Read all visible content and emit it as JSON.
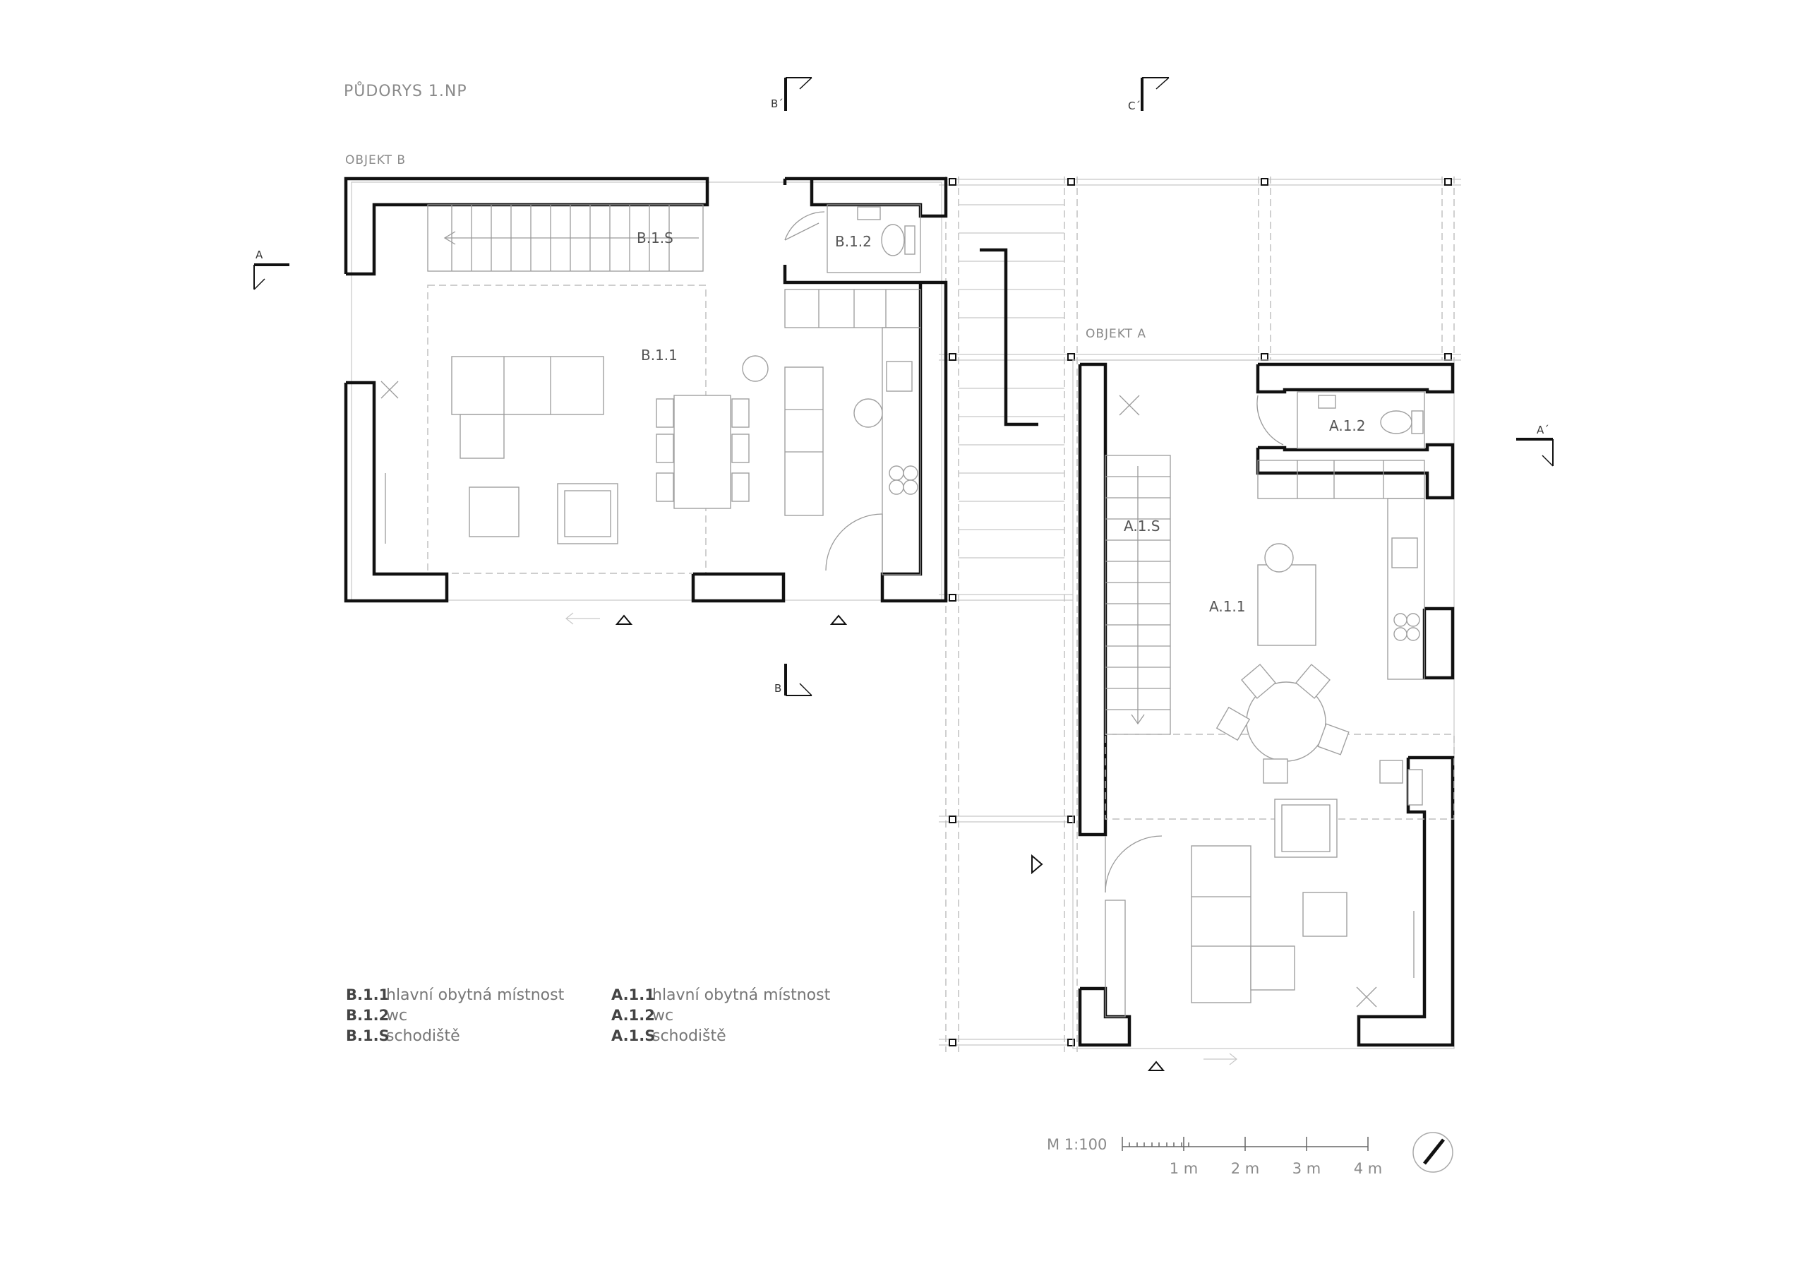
{
  "title": "PŮDORYS 1.NP",
  "objects": {
    "b": "OBJEKT B",
    "a": "OBJEKT A"
  },
  "rooms": {
    "b11": "B.1.1",
    "b12": "B.1.2",
    "b1s": "B.1.S",
    "a11": "A.1.1",
    "a12": "A.1.2",
    "a1s": "A.1.S"
  },
  "section_marks": {
    "a": "A",
    "a_prime": "A´",
    "b": "B",
    "b_prime": "B´",
    "c_prime": "C´"
  },
  "legend": {
    "objekt_b": [
      {
        "code": "B.1.1",
        "name": "hlavní obytná místnost"
      },
      {
        "code": "B.1.2",
        "name": "wc"
      },
      {
        "code": "B.1.S",
        "name": "schodiště"
      }
    ],
    "objekt_a": [
      {
        "code": "A.1.1",
        "name": "hlavní obytná místnost"
      },
      {
        "code": "A.1.2",
        "name": "wc"
      },
      {
        "code": "A.1.S",
        "name": "schodiště"
      }
    ]
  },
  "scale": {
    "label": "M 1:100",
    "ticks": [
      "1 m",
      "2 m",
      "3 m",
      "4 m"
    ]
  },
  "icons": {
    "north": "north-arrow-icon",
    "entrance": "entrance-triangle-icon"
  }
}
